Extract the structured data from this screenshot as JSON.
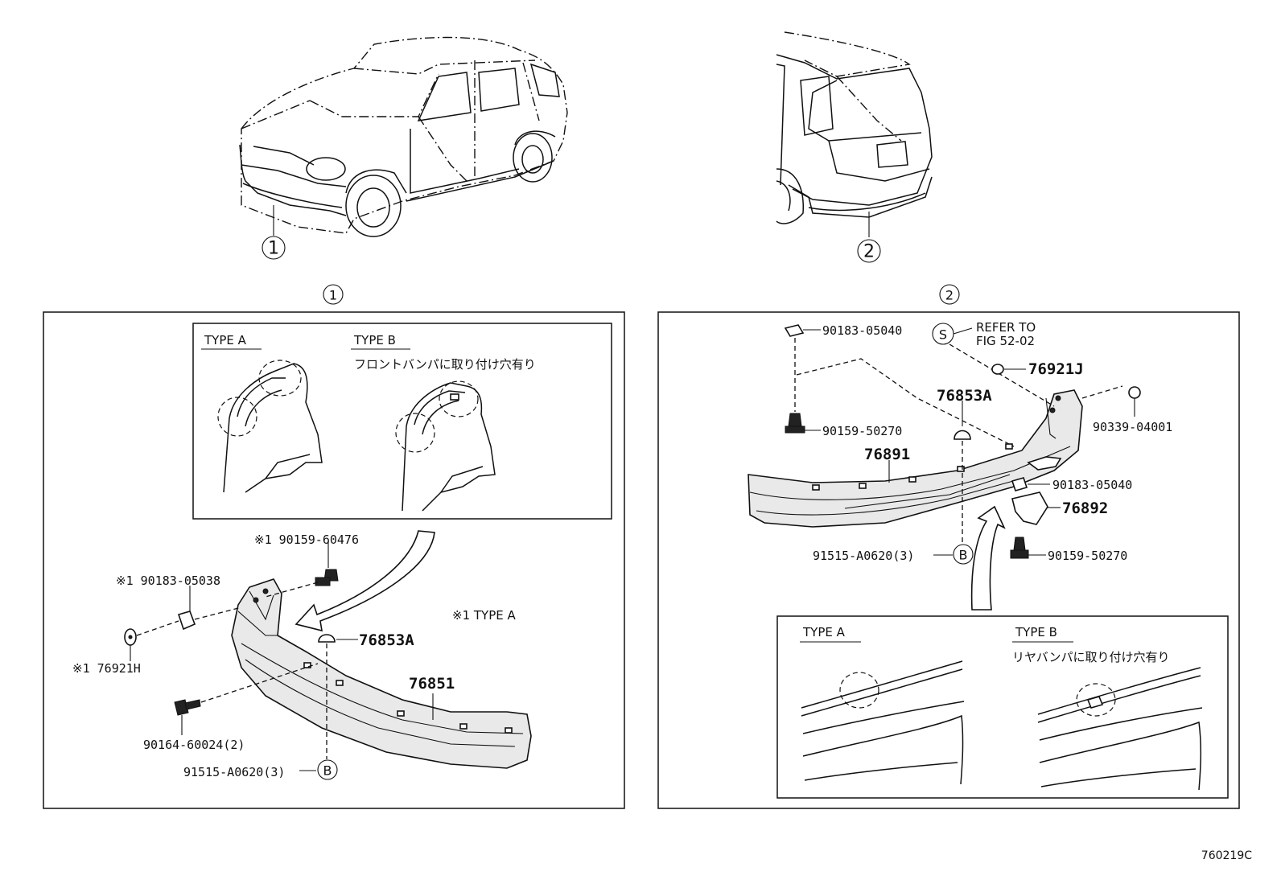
{
  "figure_code": "760219C",
  "callouts": {
    "front": "1",
    "rear": "2"
  },
  "front_panel": {
    "type_a_label": "TYPE A",
    "type_b_label": "TYPE B",
    "type_b_note": "フロントバンパに取り付け穴有り",
    "note_type_a": "※1  TYPE A",
    "parts": {
      "p90159_60476": "※1 90159-60476",
      "p90183_05038": "※1 90183-05038",
      "p76921H": "※1 76921H",
      "p76853A": "76853A",
      "p76851": "76851",
      "p90164_60024": "90164-60024(2)",
      "p91515_A0620": "91515-A0620(3)",
      "b_marker": "B"
    }
  },
  "rear_panel": {
    "type_a_label": "TYPE A",
    "type_b_label": "TYPE B",
    "type_b_note": "リヤバンパに取り付け穴有り",
    "refer_line1": "REFER TO",
    "refer_line2": "FIG 52-02",
    "s_marker": "S",
    "b_marker": "B",
    "parts": {
      "p90183_05040_top": "90183-05040",
      "p76921J": "76921J",
      "p76853A": "76853A",
      "p90159_50270_top": "90159-50270",
      "p90339_04001": "90339-04001",
      "p76891": "76891",
      "p90183_05040_mid": "90183-05040",
      "p76892": "76892",
      "p91515_A0620": "91515-A0620(3)",
      "p90159_50270_bot": "90159-50270"
    }
  }
}
